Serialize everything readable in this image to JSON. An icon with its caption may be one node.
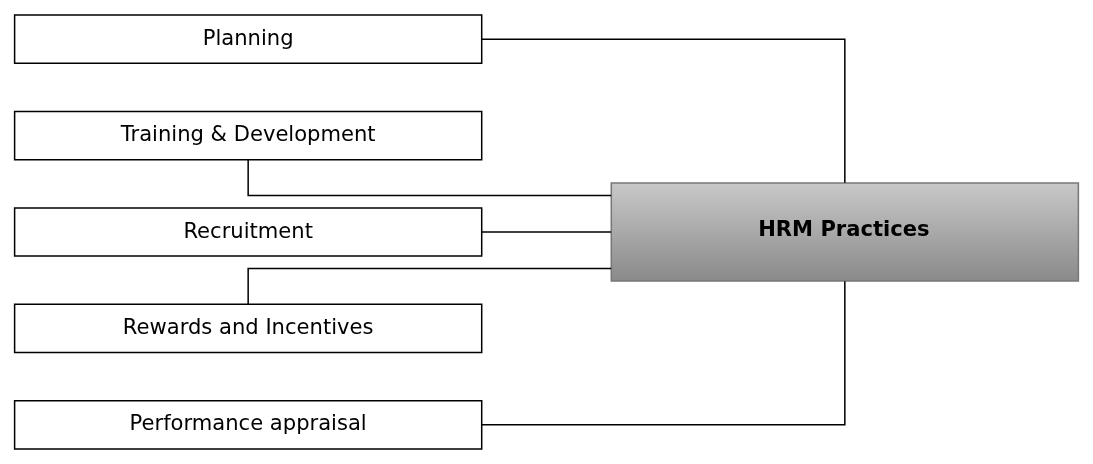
{
  "diagram": {
    "nodes": [
      {
        "text": [
          "Planning"
        ]
      },
      {
        "text": [
          "Training & Development"
        ]
      },
      {
        "text": [
          "Recruitment"
        ]
      },
      {
        "text": [
          "Rewards and Incentives"
        ]
      },
      {
        "text": [
          "Performance appraisal"
        ]
      },
      {
        "text": [
          "HRM Practices"
        ]
      }
    ],
    "edges": [
      {
        "from": 0,
        "to": 5,
        "arrow": "none"
      },
      {
        "from": 1,
        "to": 5,
        "arrow": "none"
      },
      {
        "from": 2,
        "to": 5,
        "arrow": "none"
      },
      {
        "from": 3,
        "to": 5,
        "arrow": "none"
      },
      {
        "from": 4,
        "to": 5,
        "arrow": "none"
      }
    ]
  }
}
